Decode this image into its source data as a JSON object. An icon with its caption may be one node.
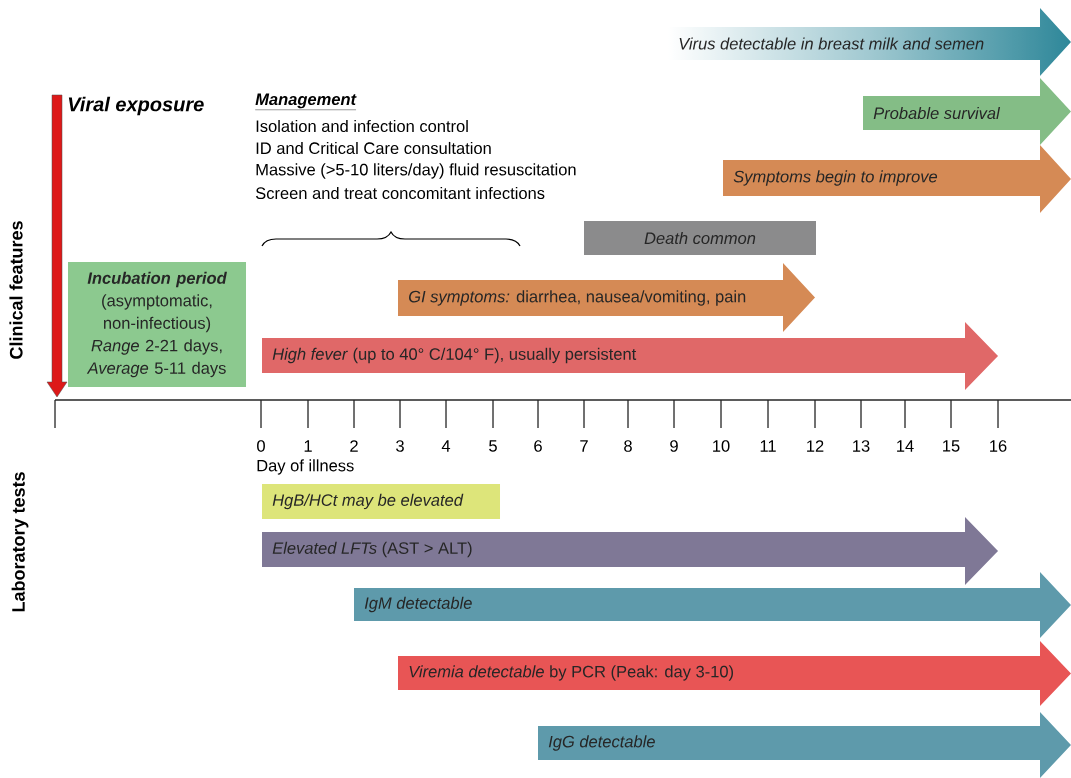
{
  "diagram": {
    "nodes": [
      {
        "text": [
          "Virus detectable in breast milk and semen"
        ]
      },
      {
        "text": [
          "Probable survival"
        ]
      },
      {
        "text": [
          "Symptoms begin to improve"
        ]
      },
      {
        "text": [
          "Death common"
        ]
      },
      {
        "text": [
          "*GI symptoms:* diarrhea, nausea/vomiting, pain"
        ]
      },
      {
        "text": [
          "Incubation period",
          "(asymptomatic, non-infectious)",
          "*Range* 2-21 days, *Average* 5-11 days"
        ]
      },
      {
        "text": [
          "*High fever* (up to 40° C/104° F), usually persistent"
        ]
      },
      {
        "text": [
          "HgB/HCt may be elevated"
        ]
      },
      {
        "text": [
          "*Elevated LFTs* (AST > ALT)"
        ]
      },
      {
        "text": [
          "IgM detectable"
        ]
      },
      {
        "text": [
          "*Viremia detectable* by PCR (Peak: day 3-10)"
        ]
      },
      {
        "text": [
          "IgG detectable"
        ]
      }
    ],
    "labels": [
      "Viral exposure",
      "Management",
      "Isolation and infection control",
      "ID and Critical Care consultation",
      "Massive (>5-10 liters/day) fluid resuscitation",
      "Screen and treat concomitant infections",
      "Clinical features",
      "0",
      "1",
      "2",
      "3",
      "4",
      "5",
      "6",
      "7",
      "8",
      "9",
      "10",
      "11",
      "12",
      "13",
      "14",
      "15",
      "16",
      "Day of illness",
      "Laboratory tests"
    ]
  }
}
